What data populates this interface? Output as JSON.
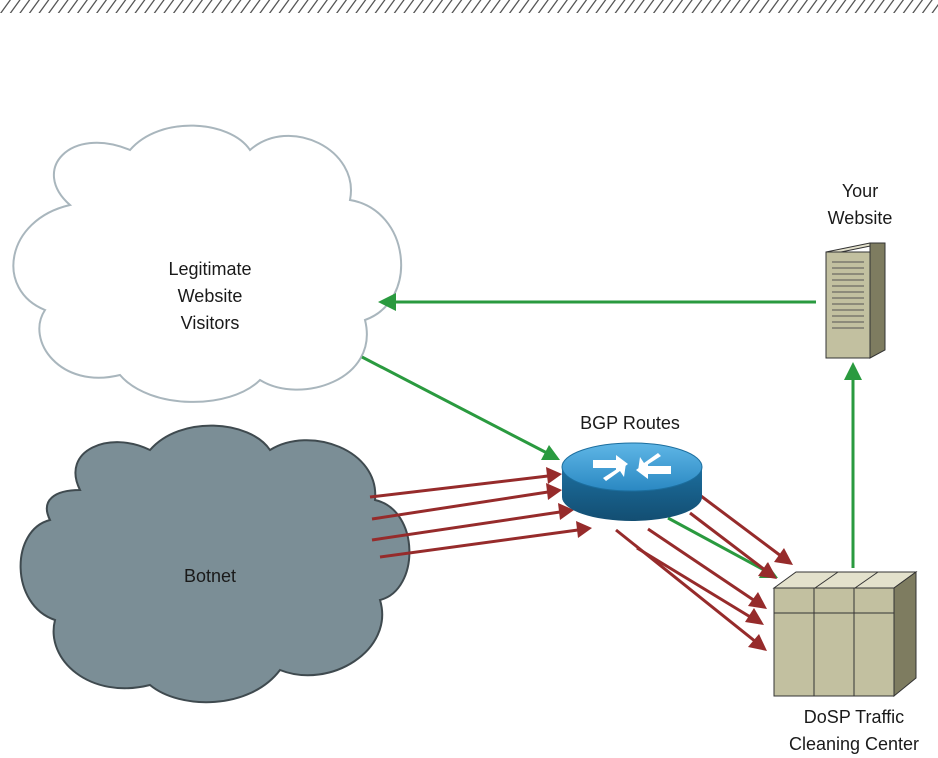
{
  "header_pattern": "/////////////////////////////////////////////////////////////////////////////////////////////////////////////////////////////////////////",
  "nodes": {
    "visitors": {
      "lines": [
        "Legitimate",
        "Website",
        "Visitors"
      ],
      "fill": "#ffffff",
      "stroke": "#a9b6bd"
    },
    "botnet": {
      "label": "Botnet",
      "fill": "#7b8e96",
      "stroke": "#3f4a4f"
    },
    "router": {
      "label": "BGP Routes",
      "fill": "#2e8fc8",
      "icon": "router-icon"
    },
    "website": {
      "lines": [
        "Your",
        "Website"
      ],
      "icon": "server-tower-icon"
    },
    "cleaning": {
      "lines": [
        "DoSP Traffic",
        "Cleaning Center"
      ],
      "icon": "server-rack-icon"
    }
  },
  "colors": {
    "legitimate": "#2a9a3f",
    "attack": "#962b2b",
    "equipment": "#c2c0a0"
  }
}
